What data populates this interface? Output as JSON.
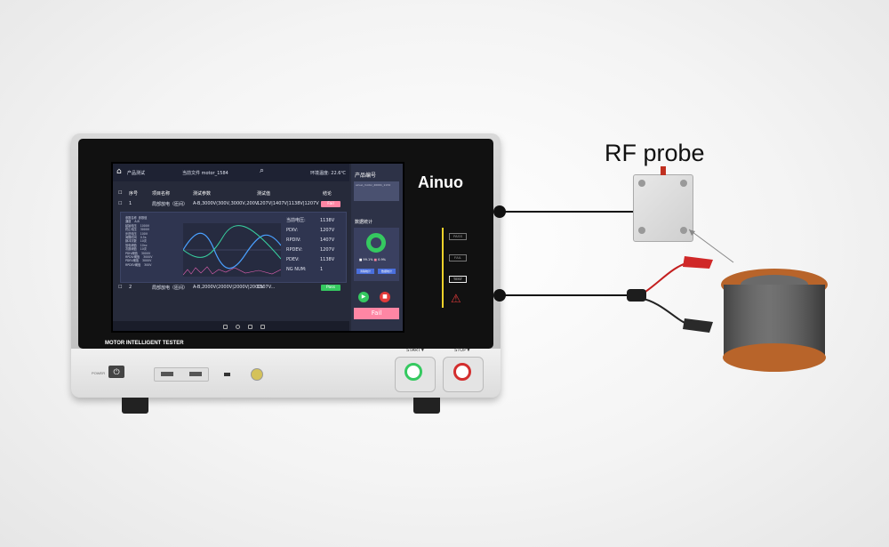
{
  "product_label": "RF probe",
  "brand": "Ainuo",
  "device_label": "MOTOR INTELLIGENT TESTER",
  "front_panel": {
    "power_label": "POWER",
    "start_label": "START▼",
    "stop_label": "STOP▼",
    "side_buttons": [
      "PASS",
      "FAIL",
      "TEST"
    ]
  },
  "screen": {
    "title": "产品测试",
    "file_label": "当前文件 motor_1584",
    "temp_label": "环境温度: 22.6℃",
    "table_headers": [
      "序号",
      "项目名称",
      "测试参数",
      "测试值",
      "结论"
    ],
    "rows": [
      {
        "num": "1",
        "name": "局部放电（匝间）",
        "params": "A-B,3000V(300V,3000V,200V",
        "value": "1207V|1407V|1138V|1207V",
        "result": "Fail"
      },
      {
        "num": "2",
        "name": "局部放电（匝间）",
        "params": "A-B,2000V(2000V|2000V|2000V",
        "value": "1307V...",
        "result": "Pass"
      }
    ],
    "detail": {
      "param_title": "参数名称",
      "param_value_title": "参数值",
      "params": [
        "通道",
        "起始电压",
        "终止电压",
        "步进电压",
        "间隔时间",
        "脉冲次数",
        "放电阈值",
        "次数阈值",
        "PDIV阈值",
        "RPDIV阈值",
        "PDEV阈值",
        "RPDEV阈值"
      ],
      "param_values": [
        "A-B",
        "1000V",
        "3000V",
        "100V",
        "0.5s",
        "10次",
        "10nc",
        "10次",
        "3000V",
        "3000V",
        "3000V",
        "300V"
      ],
      "measurements": [
        {
          "label": "当前电压:",
          "value": "1138V"
        },
        {
          "label": "PDIV:",
          "value": "1207V"
        },
        {
          "label": "RPDIV:",
          "value": "1407V"
        },
        {
          "label": "RPDEV:",
          "value": "1207V"
        },
        {
          "label": "PDEV:",
          "value": "1138V"
        },
        {
          "label": "NG NUM:",
          "value": "1"
        }
      ]
    },
    "right_panel": {
      "product_code_title": "产品编号",
      "product_code": "ainuo_motor_20091_1134",
      "stats_title": "数据统计",
      "pass_pct": "99.1%",
      "fail_pct": "0.9%",
      "clear_label": "清除统计",
      "data_label": "数据统计",
      "fail_button": "Fail"
    }
  },
  "colors": {
    "pass": "#35c960",
    "fail": "#ff86a4",
    "accent": "#f2d22a"
  }
}
